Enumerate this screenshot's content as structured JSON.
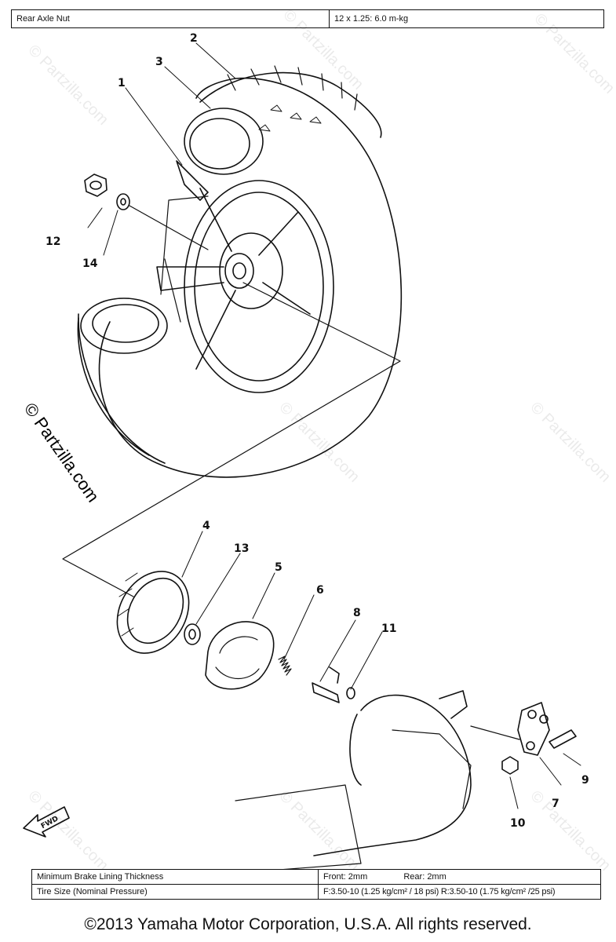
{
  "top_spec": {
    "label": "Rear Axle Nut",
    "value": "12 x 1.25: 6.0 m-kg"
  },
  "bottom_spec": {
    "row1": {
      "label": "Minimum Brake Lining Thickness",
      "front": "Front: 2mm",
      "rear": "Rear: 2mm"
    },
    "row2": {
      "label": "Tire Size (Nominal Pressure)",
      "value": "F:3.50-10 (1.25 kg/cm² / 18 psi)  R:3.50-10 (1.75 kg/cm² /25 psi)"
    }
  },
  "callouts": [
    "1",
    "2",
    "3",
    "4",
    "5",
    "6",
    "7",
    "8",
    "9",
    "10",
    "11",
    "12",
    "13",
    "14"
  ],
  "fwd_label": "FWD",
  "watermark": "© Partzilla.com",
  "copyright": "©2013 Yamaha Motor Corporation, U.S.A. All rights reserved.",
  "colors": {
    "line": "#111111",
    "background": "#ffffff"
  }
}
